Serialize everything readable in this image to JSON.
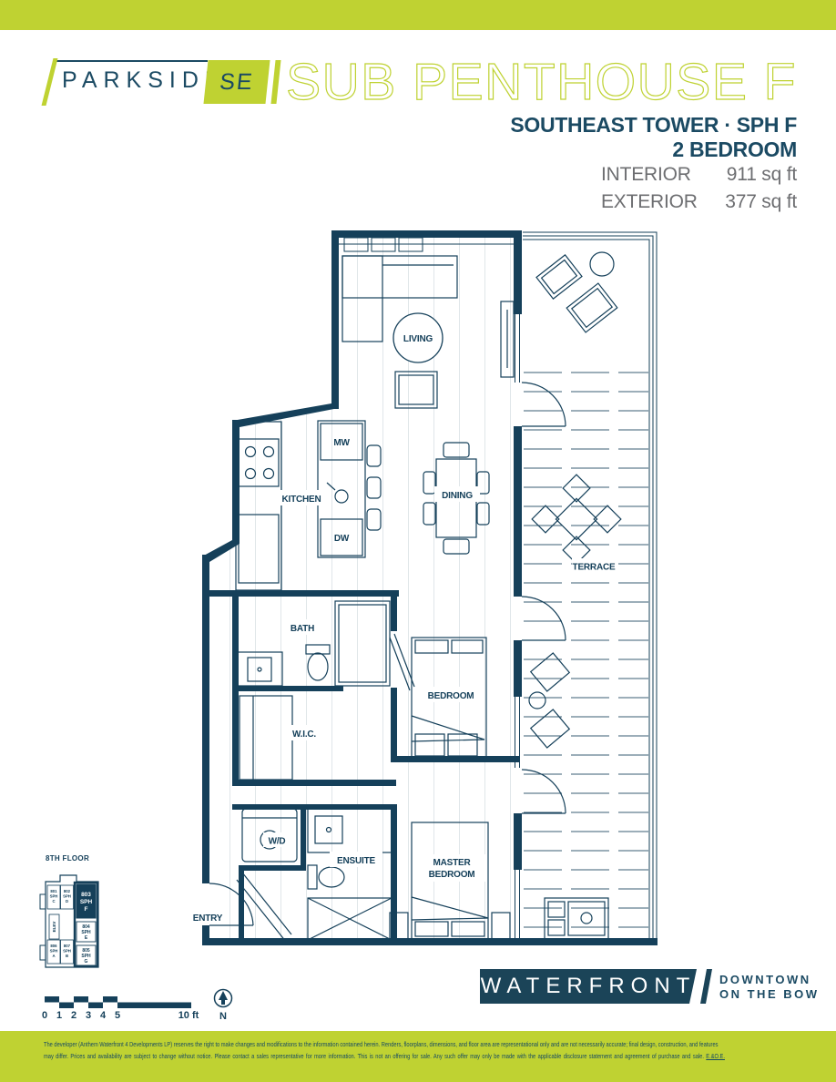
{
  "colors": {
    "green": "#bfd232",
    "navy_text": "#1b4a63",
    "plan_navy": "#15405a",
    "gray": "#6d6e71",
    "footer_navy": "#1b4458"
  },
  "brand": {
    "name": "PARKSIDE",
    "badge": "SE"
  },
  "header": {
    "title": "SUB PENTHOUSE F",
    "subtitle": "SOUTHEAST TOWER · SPH F",
    "bedroom": "2 BEDROOM",
    "stats": [
      {
        "label": "INTERIOR",
        "value": "911 sq ft"
      },
      {
        "label": "EXTERIOR",
        "value": "377 sq ft"
      }
    ]
  },
  "floorplan": {
    "rooms": {
      "living": "LIVING",
      "kitchen": "KITCHEN",
      "dining": "DINING",
      "terrace": "TERRACE",
      "bath": "BATH",
      "wic": "W.I.C.",
      "bedroom": "BEDROOM",
      "wd": "W/D",
      "ensuite": "ENSUITE",
      "master1": "MASTER",
      "master2": "BEDROOM",
      "entry": "ENTRY"
    },
    "appliances": {
      "mw": "MW",
      "dw": "DW"
    }
  },
  "keyplan": {
    "floor": "8TH FLOOR",
    "units": [
      {
        "label": [
          "801",
          "SPH",
          "C"
        ]
      },
      {
        "label": [
          "802",
          "SPH",
          "D"
        ]
      },
      {
        "label": [
          "803",
          "SPH",
          "F"
        ],
        "highlighted": true
      },
      {
        "label": [
          "804",
          "SPH",
          "E"
        ]
      },
      {
        "label": [
          "805",
          "SPH",
          "G"
        ]
      },
      {
        "label": [
          "806",
          "SPH",
          "A"
        ]
      },
      {
        "label": [
          "807",
          "SPH",
          "B"
        ]
      },
      {
        "label": [
          "ELEV"
        ]
      }
    ]
  },
  "scale": {
    "ticks": [
      "0",
      "1",
      "2",
      "3",
      "4",
      "5"
    ],
    "end": "10 ft",
    "north": "N"
  },
  "footer": {
    "logo": "WATERFRONT",
    "tagline1": "DOWNTOWN",
    "tagline2": "ON THE BOW"
  },
  "disclaimer": {
    "line1": "The developer (Anthem Waterfront 4 Developments LP) reserves the right to make changes and modifications to the information contained herein. Renders, floorplans, dimensions, and floor area are representational only and are not necessarily accurate; final design, construction, and features",
    "line2": "may differ. Prices and availability are subject to change without notice. Please contact a sales representative for more information. This is not an offering for sale. Any such offer may only be made with the applicable disclosure statement and agreement of purchase and sale.",
    "eoe": "E.&O.E."
  }
}
